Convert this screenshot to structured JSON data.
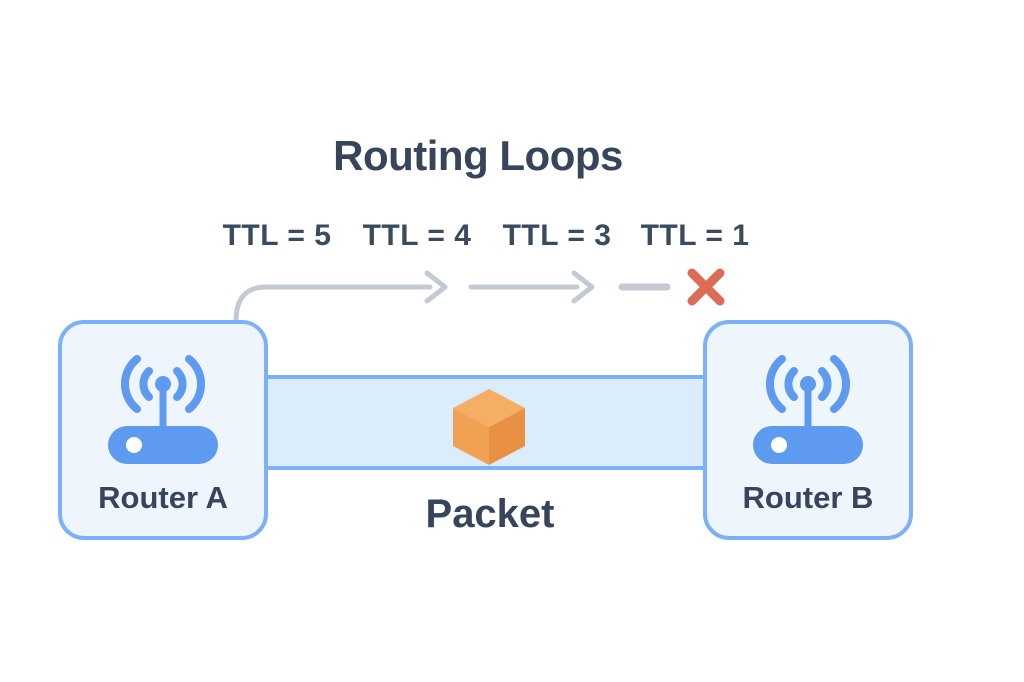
{
  "title": "Routing Loops",
  "ttl_labels": [
    "TTL = 5",
    "TTL = 4",
    "TTL = 3",
    "TTL = 1"
  ],
  "routers": [
    {
      "label": "Router A"
    },
    {
      "label": "Router B"
    }
  ],
  "packet_label": "Packet",
  "icons": {
    "router": "wifi-router-icon",
    "packet": "cube-icon",
    "dropped": "red-x-icon",
    "hops": "gray-arrow-icons"
  },
  "colors": {
    "text_dark": "#36455B",
    "arrow_gray": "#C4CAD3",
    "x_red": "#DE6B55",
    "node_border": "#7CB0F8",
    "node_fill": "#EFF5FD",
    "link_fill": "#DBECFC",
    "router_blue": "#5E9AF0",
    "router_dot": "#FFFFFF",
    "cube_top": "#F5AF64",
    "cube_left": "#F1A152",
    "cube_right": "#E89144"
  }
}
